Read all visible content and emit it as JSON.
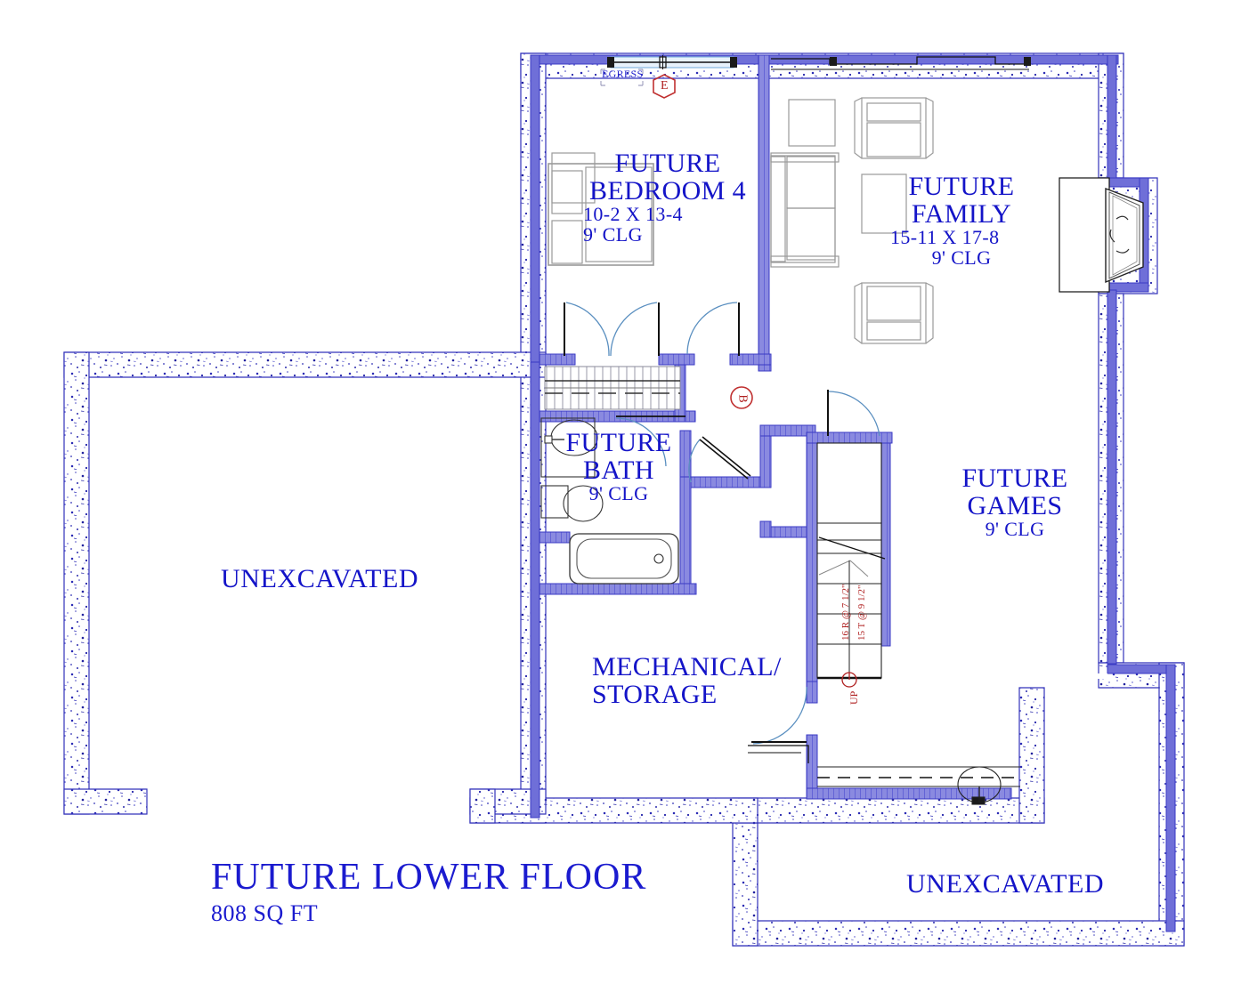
{
  "plan": {
    "title": "FUTURE LOWER FLOOR",
    "area": "808 SQ FT",
    "colors": {
      "wall_blue": "#4444cc",
      "label_blue": "#1414c8",
      "marker_red": "#b02020",
      "furniture_gray": "#888888",
      "door_arc": "#5a8fc0",
      "background": "#ffffff"
    }
  },
  "rooms": [
    {
      "id": "bedroom4",
      "name_line1": "FUTURE",
      "name_line2": "BEDROOM 4",
      "dimensions": "10-2 X 13-4",
      "ceiling": "9' CLG"
    },
    {
      "id": "family",
      "name_line1": "FUTURE",
      "name_line2": "FAMILY",
      "dimensions": "15-11 X 17-8",
      "ceiling": "9' CLG"
    },
    {
      "id": "bath",
      "name_line1": "FUTURE",
      "name_line2": "BATH",
      "dimensions": "",
      "ceiling": "9' CLG"
    },
    {
      "id": "games",
      "name_line1": "FUTURE",
      "name_line2": "GAMES",
      "dimensions": "",
      "ceiling": "9' CLG"
    }
  ],
  "areas": {
    "mechanical_line1": "MECHANICAL/",
    "mechanical_line2": "STORAGE",
    "unexcavated_left": "UNEXCAVATED",
    "unexcavated_right": "UNEXCAVATED"
  },
  "annotations": {
    "egress": "EGRESS",
    "marker_e": "E",
    "marker_b": "B",
    "stair_risers": "16 R @ 7 1/2\"",
    "stair_treads": "15 T @ 9 1/2\"",
    "stair_direction": "UP"
  }
}
